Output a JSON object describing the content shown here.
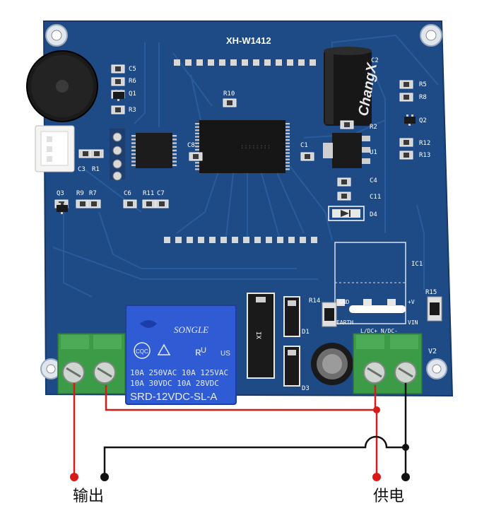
{
  "board": {
    "model": "XH-W1412",
    "silk": {
      "c5": "C5",
      "r6": "R6",
      "q1": "Q1",
      "r3": "R3",
      "c3": "C3",
      "r1": "R1",
      "q3": "Q3",
      "r9": "R9",
      "r7": "R7",
      "c6": "C6",
      "r11": "R11",
      "c7": "C7",
      "r10": "R10",
      "c8": "C8",
      "c1": "C1",
      "c2": "C2",
      "r2": "R2",
      "u1": "U1",
      "c4": "C4",
      "c11": "C11",
      "d4": "D4",
      "r5": "R5",
      "r8": "R8",
      "q2": "Q2",
      "r12": "R12",
      "r13": "R13",
      "ic1": "IC1",
      "r14": "R14",
      "r15": "R15",
      "gnd": "GND",
      "earth": "EARTH",
      "plusv": "+V",
      "vin": "VIN",
      "ldc": "L/DC+ N/DC-",
      "v2": "V2",
      "d1": "D1",
      "d3": "D3",
      "ix": "IX"
    }
  },
  "relay": {
    "brand": "SONGLE",
    "cqc": "CQC",
    "line1": "10A 250VAC  10A 125VAC",
    "line2": "10A  30VDC  10A  28VDC",
    "model": "SRD-12VDC-SL-A",
    "us": "US"
  },
  "capacitor_brand": "ChangX",
  "captions": {
    "output": "输出",
    "power": "供电"
  },
  "colors": {
    "pcb": "#1e4a86",
    "pcb_trace": "#2b5fa0",
    "relay": "#2f5bd4",
    "terminal": "#3c9b47",
    "wire_red": "#d91a1a",
    "wire_black": "#111111"
  }
}
